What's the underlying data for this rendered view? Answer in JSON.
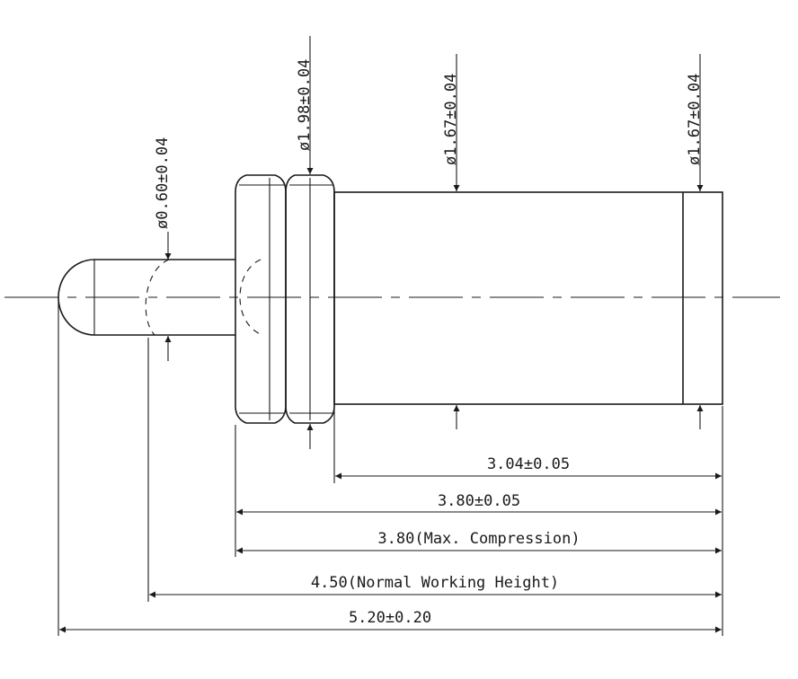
{
  "diameters": {
    "plunger_tip": "ø0.60±0.04",
    "collar": "ø1.98±0.04",
    "barrel": "ø1.67±0.04",
    "barrel_end": "ø1.67±0.04"
  },
  "lengths": {
    "barrel": "3.04±0.05",
    "body": "3.80±0.05",
    "max_compression": "3.80(Max. Compression)",
    "normal_working_height": "4.50(Normal Working Height)",
    "overall": "5.20±0.20"
  }
}
